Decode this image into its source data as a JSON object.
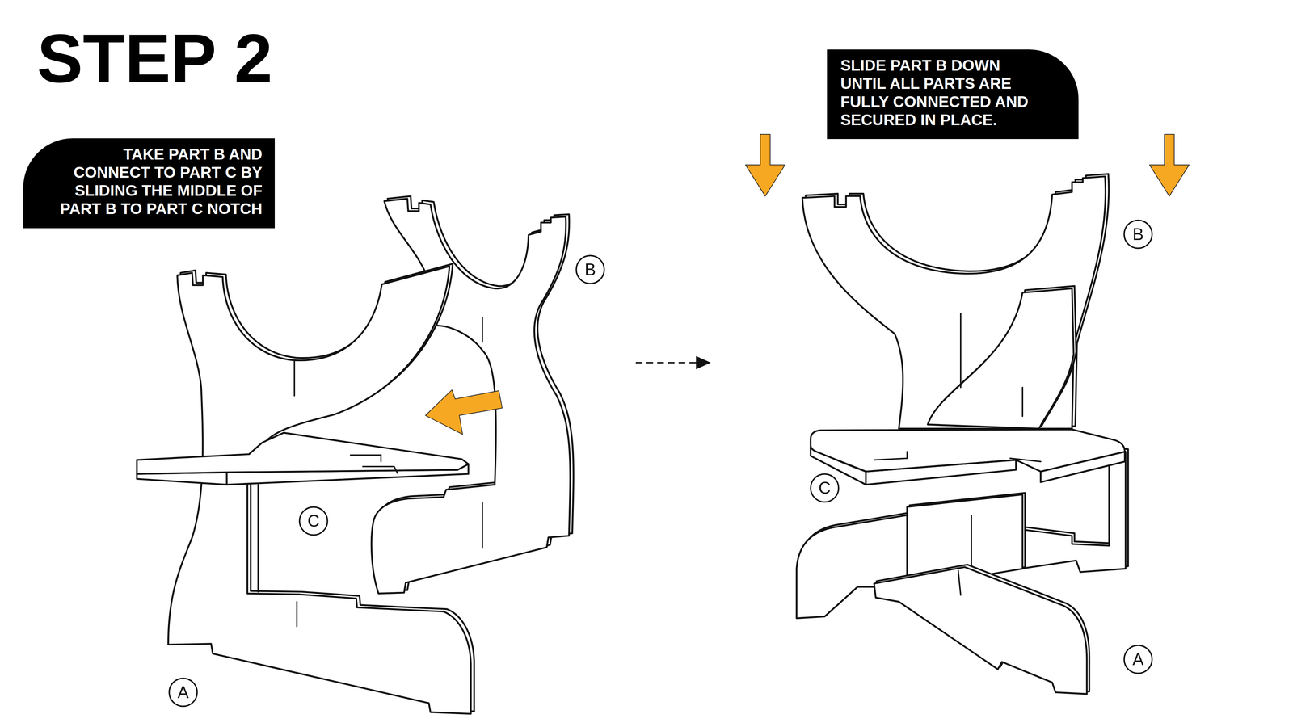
{
  "diagram": {
    "title": "STEP 2",
    "nodes": [
      {
        "text": [
          "TAKE PART B AND CONNECT TO PART C BY SLIDING THE MIDDLE OF PART B TO PART C NOTCH"
        ]
      },
      {
        "text": [
          "B"
        ]
      },
      {
        "text": [
          "C"
        ]
      },
      {
        "text": [
          "A"
        ]
      },
      {
        "text": [
          "SLIDE PART B DOWN UNTIL ALL PARTS ARE FULLY CONNECTED AND SECURED IN PLACE."
        ]
      },
      {
        "text": [
          "B"
        ]
      },
      {
        "text": [
          "C"
        ]
      },
      {
        "text": [
          "A"
        ]
      }
    ]
  }
}
